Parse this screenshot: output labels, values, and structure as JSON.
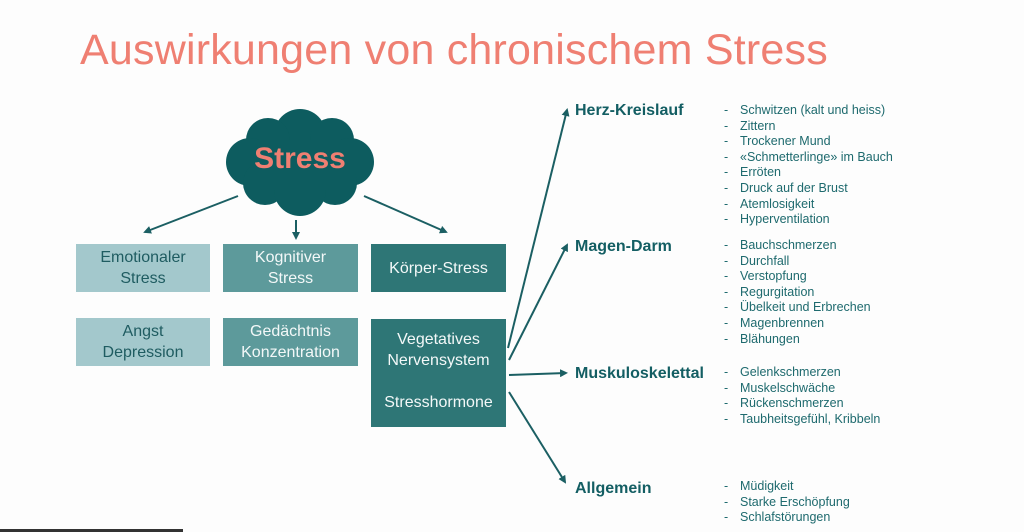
{
  "title": "Auswirkungen von chronischem Stress",
  "colors": {
    "title": "#ef7f72",
    "cloud": "#0d5c5f",
    "arrow": "#1b5f63",
    "emotional": "#a3c8cc",
    "cognitive": "#5d9a9b",
    "physical": "#2e7676"
  },
  "cloud": {
    "label": "Stress"
  },
  "stress_types": [
    {
      "label_line1": "Emotionaler",
      "label_line2": "Stress",
      "effect_line1": "Angst",
      "effect_line2": "Depression"
    },
    {
      "label_line1": "Kognitiver",
      "label_line2": "Stress",
      "effect_line1": "Gedächtnis",
      "effect_line2": "Konzentration"
    },
    {
      "label_line1": "Körper-Stress",
      "effect_line1": "Vegetatives",
      "effect_line2": "Nervensystem",
      "effect_line3": "Stresshormone"
    }
  ],
  "categories": [
    {
      "name": "Herz-Kreislauf",
      "symptoms": [
        "Schwitzen (kalt und heiss)",
        "Zittern",
        "Trockener Mund",
        "«Schmetterlinge» im Bauch",
        "Erröten",
        "Druck auf der Brust",
        "Atemlosigkeit",
        "Hyperventilation"
      ]
    },
    {
      "name": "Magen-Darm",
      "symptoms": [
        "Bauchschmerzen",
        "Durchfall",
        "Verstopfung",
        "Regurgitation",
        "Übelkeit und Erbrechen",
        "Magenbrennen",
        "Blähungen"
      ]
    },
    {
      "name": "Muskuloskelettal",
      "symptoms": [
        "Gelenkschmerzen",
        "Muskelschwäche",
        "Rückenschmerzen",
        "Taubheitsgefühl, Kribbeln"
      ]
    },
    {
      "name": "Allgemein",
      "symptoms": [
        "Müdigkeit",
        "Starke Erschöpfung",
        "Schlafstörungen"
      ]
    }
  ],
  "bullet": "-"
}
